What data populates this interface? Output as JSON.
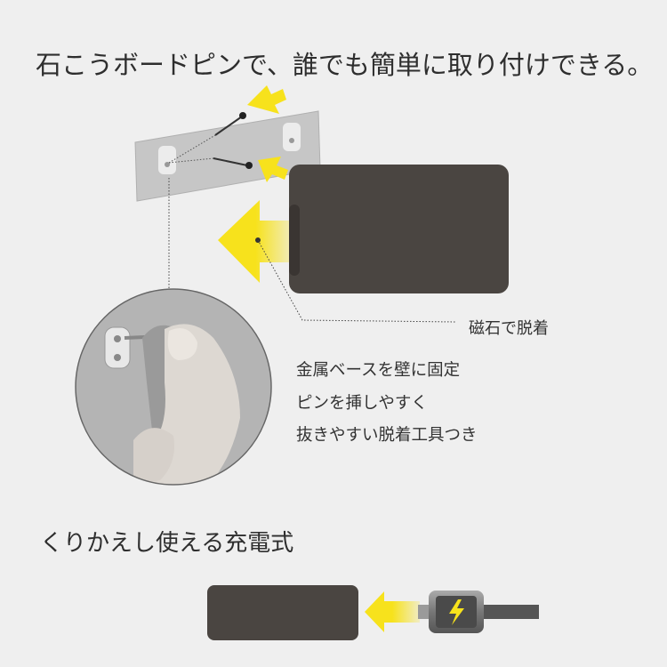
{
  "title": "石こうボードピンで、誰でも簡単に取り付けできる。",
  "magnet_label": "磁石で脱着",
  "features": [
    "金属ベースを壁に固定",
    "ピンを挿しやすく",
    "抜きやすい脱着工具つき"
  ],
  "subtitle": "くりかえし使える充電式",
  "colors": {
    "background": "#efefef",
    "accent": "#f7e21c",
    "magnet": "#4a4541",
    "plate": "#c4c4c4"
  }
}
